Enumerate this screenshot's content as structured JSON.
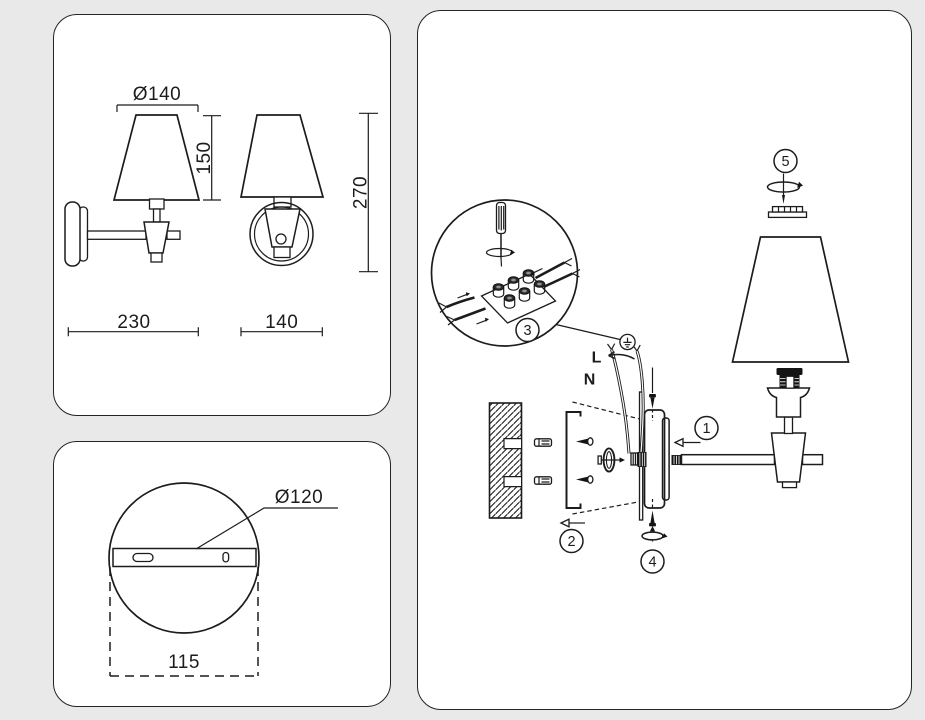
{
  "colors": {
    "background": "#e9e9e9",
    "panel": "#ffffff",
    "line": "#1c1c1c"
  },
  "dimension_views": {
    "shade_diameter": "Ø140",
    "shade_height": "150",
    "fixture_height": "270",
    "fixture_depth": "230",
    "fixture_width": "140"
  },
  "base_view": {
    "base_diameter": "Ø120",
    "mount_spacing": "115"
  },
  "installation": {
    "steps": [
      "1",
      "2",
      "3",
      "4",
      "5"
    ],
    "wires": {
      "live": "L",
      "neutral": "N"
    },
    "icons": {
      "ground": "earth-ground-symbol",
      "rotation": "clockwise-rotation-arrow",
      "screwdriver": "screwdriver"
    }
  }
}
